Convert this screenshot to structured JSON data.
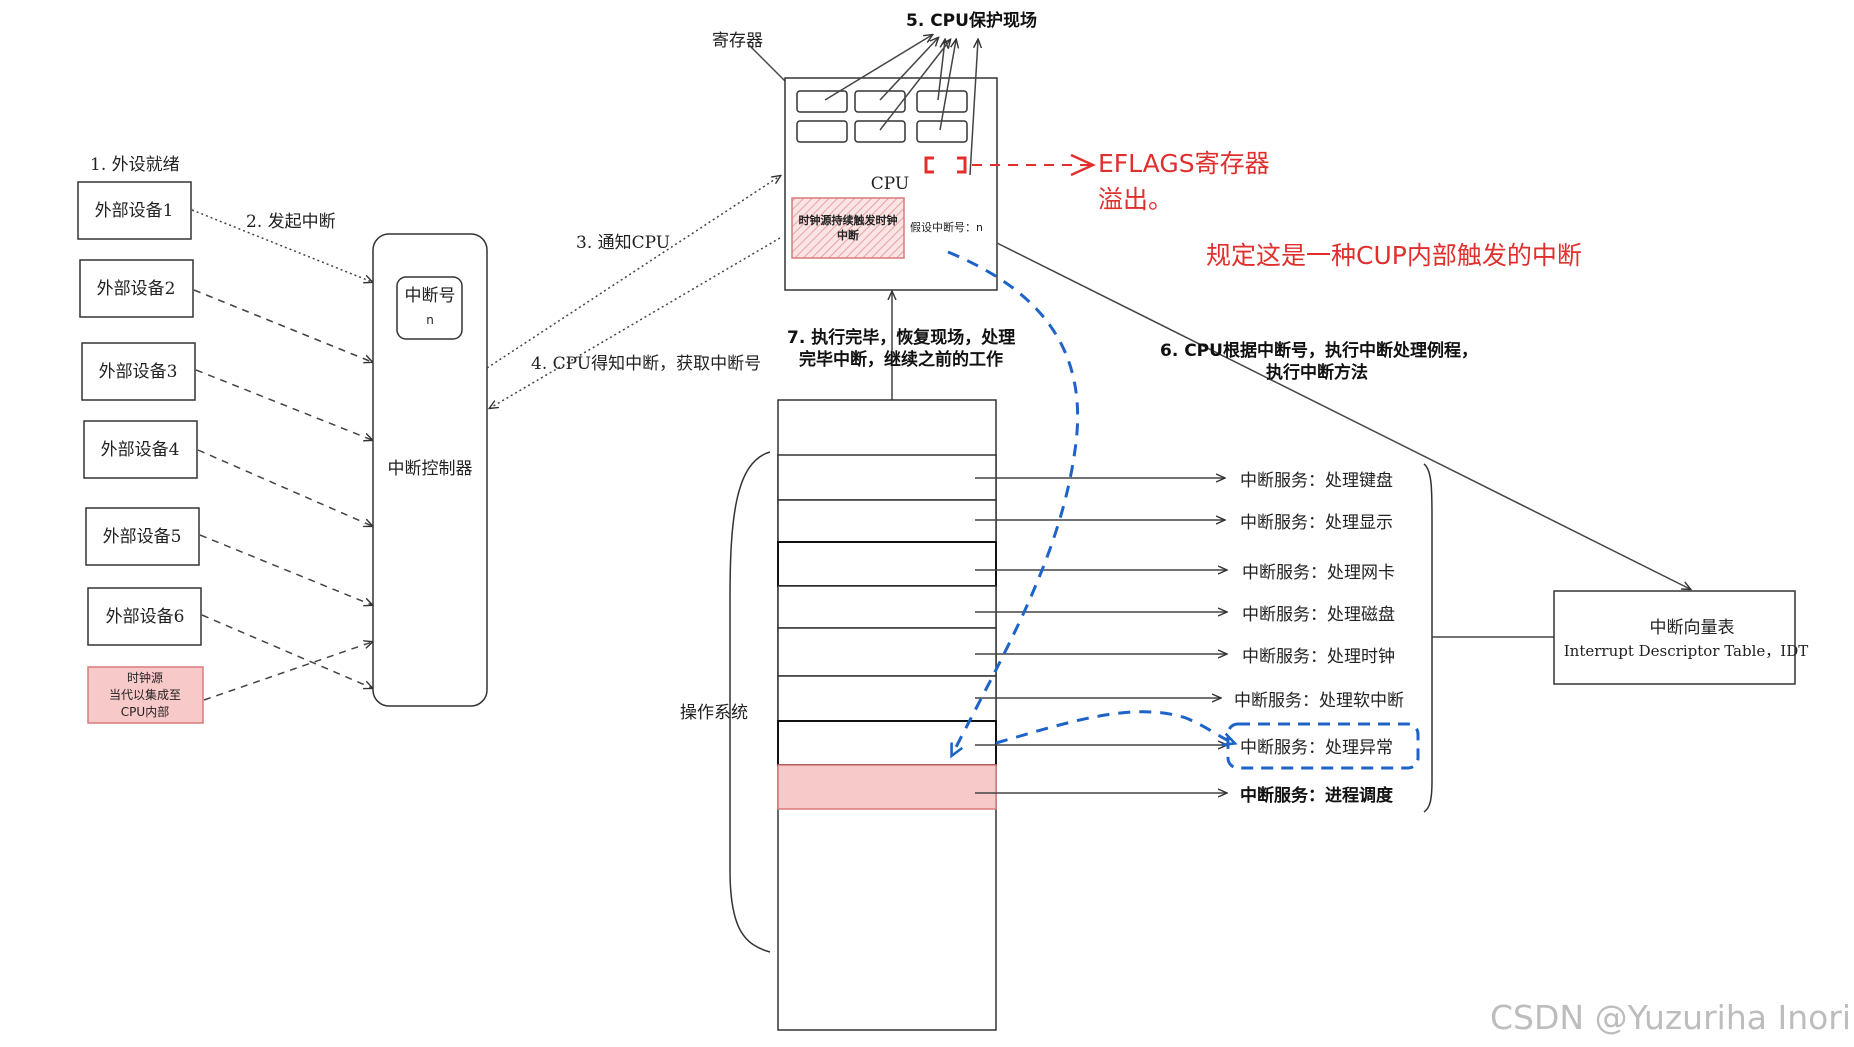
{
  "devices": {
    "ready_label": "1. 外设就绪",
    "items": [
      "外部设备1",
      "外部设备2",
      "外部设备3",
      "外部设备4",
      "外部设备5",
      "外部设备6"
    ],
    "clock": [
      "时钟源",
      "当代以集成至",
      "CPU内部"
    ]
  },
  "steps": {
    "s2": "2. 发起中断",
    "s3": "3. 通知CPU",
    "s4": "4. CPU得知中断，获取中断号",
    "s5": "5. CPU保护现场",
    "s6a": "6. CPU根据中断号，执行中断处理例程，",
    "s6b": "执行中断方法",
    "s7a": "7. 执行完毕，恢复现场，处理",
    "s7b": "完毕中断，继续之前的工作"
  },
  "controller": {
    "label": "中断控制器",
    "number_label": "中断号",
    "number_value": "n"
  },
  "cpu": {
    "label": "CPU",
    "registers_label": "寄存器",
    "clock_box": [
      "时钟源持续触发时钟",
      "中断"
    ],
    "assumed_number": "假设中断号：n"
  },
  "annotations": {
    "eflags": "EFLAGS寄存器",
    "overflow": "溢出。",
    "note": "规定这是一种CUP内部触发的中断"
  },
  "os": {
    "label": "操作系统"
  },
  "services": [
    "中断服务：处理键盘",
    "中断服务：处理显示",
    "中断服务：处理网卡",
    "中断服务：处理磁盘",
    "中断服务：处理时钟",
    "中断服务：处理软中断",
    "中断服务：处理异常",
    "中断服务：进程调度"
  ],
  "idt": {
    "title": "中断向量表",
    "subtitle": "Interrupt Descriptor Table，IDT"
  },
  "watermark": "CSDN @Yuzuriha  Inori"
}
